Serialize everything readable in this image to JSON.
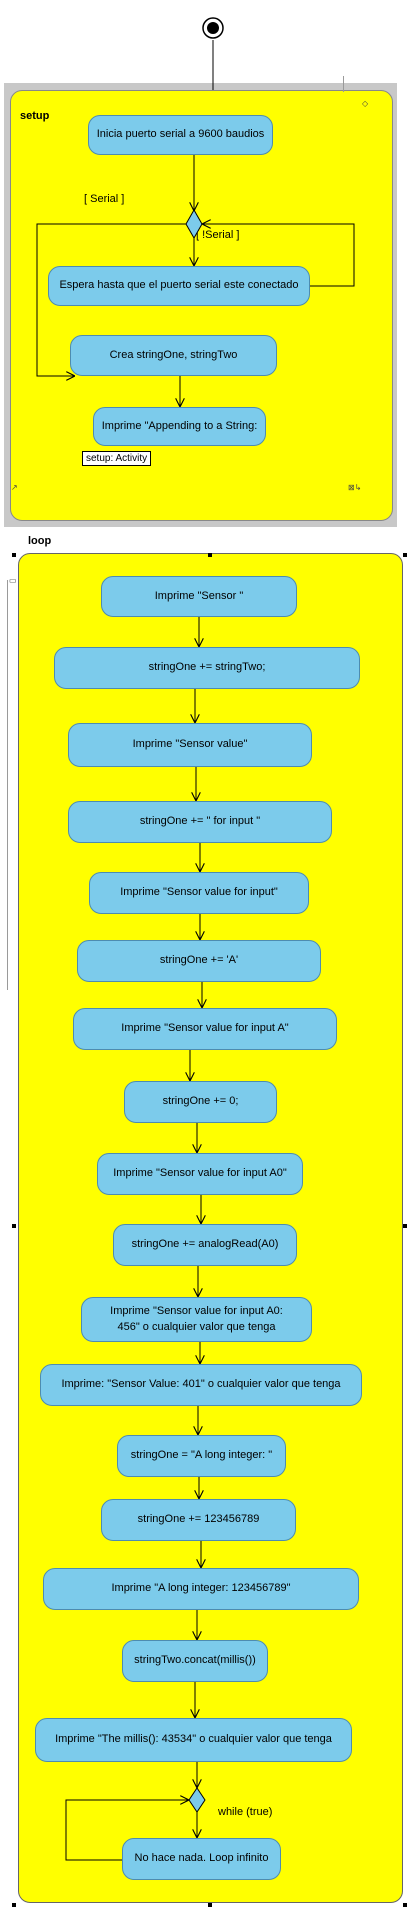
{
  "setup": {
    "title": "setup",
    "activity_tag": "setup: Activity",
    "nodes": {
      "init_serial": "Inicia puerto serial a 9600 baudios",
      "wait_serial": "Espera hasta que el puerto serial este conectado",
      "create_strings": "Crea stringOne, stringTwo",
      "print_appending": "Imprime \"Appending to a String:"
    },
    "guards": {
      "serial": "[ Serial ]",
      "not_serial": "[ !Serial ]"
    }
  },
  "loop": {
    "title": "loop",
    "nodes": [
      "Imprime \"Sensor \"",
      "stringOne += stringTwo;",
      "Imprime \"Sensor value\"",
      "stringOne += \" for input \"",
      "Imprime \"Sensor value for input\"",
      "stringOne += 'A'",
      "Imprime \"Sensor value for input A\"",
      "stringOne += 0;",
      "Imprime \"Sensor value for input A0\"",
      "stringOne += analogRead(A0)",
      "Imprime \"Sensor value for input A0: 456\" o cualquier valor que tenga",
      "Imprime: \"Sensor Value: 401\" o cualquier valor que tenga",
      "stringOne = \"A long integer: \"",
      "stringOne += 123456789",
      "Imprime \"A long integer: 123456789\"",
      "stringTwo.concat(millis())",
      "Imprime \"The millis(): 43534\" o cualquier valor que tenga"
    ],
    "final_node": "No hace nada. Loop infinito",
    "guard_while": "while (true)"
  },
  "colors": {
    "frame_fill": "#ffff00",
    "node_fill": "#7ccbeb",
    "node_border": "#4d8cb0",
    "edge": "#000000"
  }
}
